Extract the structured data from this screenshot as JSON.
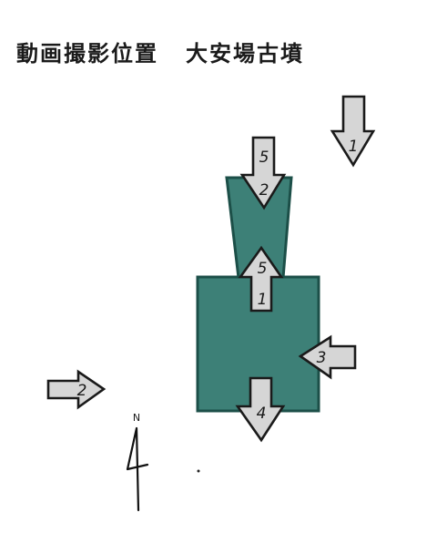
{
  "title": {
    "heading": "動画撮影位置",
    "site_name": "大安場古墳"
  },
  "diagram": {
    "mound_color": "#3d8077",
    "mound_outline_color": "#1c4f48",
    "arrow_fill_color": "#d6d6d6",
    "arrow_outline_color": "#1a1a1a",
    "arrows": [
      {
        "label": "1",
        "direction": "down"
      },
      {
        "label": "5",
        "direction": "down"
      },
      {
        "label": "2",
        "direction": "down"
      },
      {
        "label": "5",
        "direction": "up"
      },
      {
        "label": "1",
        "direction": "up"
      },
      {
        "label": "3",
        "direction": "left"
      },
      {
        "label": "2",
        "direction": "right"
      },
      {
        "label": "4",
        "direction": "down"
      }
    ],
    "compass_label": "N"
  }
}
